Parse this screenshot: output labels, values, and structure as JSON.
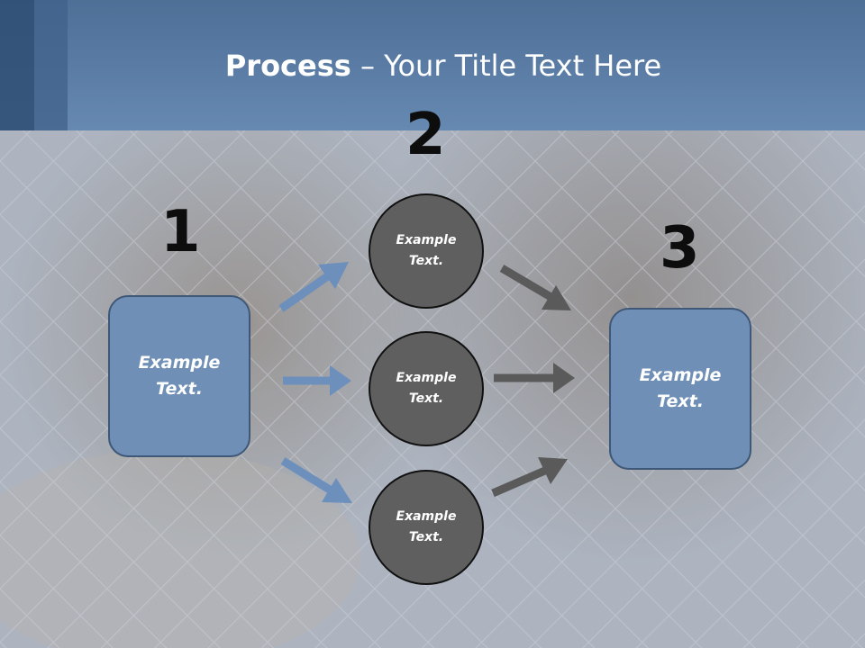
{
  "slide": {
    "title_bold": "Process",
    "title_rest": " – Your Title Text Here"
  },
  "steps": {
    "one": "1",
    "two": "2",
    "three": "3"
  },
  "nodes": {
    "left_box": [
      "Example",
      "Text."
    ],
    "circle_top": [
      "Example",
      "Text."
    ],
    "circle_middle": [
      "Example",
      "Text."
    ],
    "circle_bottom": [
      "Example",
      "Text."
    ],
    "right_box": [
      "Example",
      "Text."
    ]
  },
  "colors": {
    "header": "#5b7ea8",
    "box_fill": "#6f8fb6",
    "circle_fill": "#5f5f5f",
    "arrow_blue": "#6d8fbc",
    "arrow_gray": "#5a5a5a"
  }
}
